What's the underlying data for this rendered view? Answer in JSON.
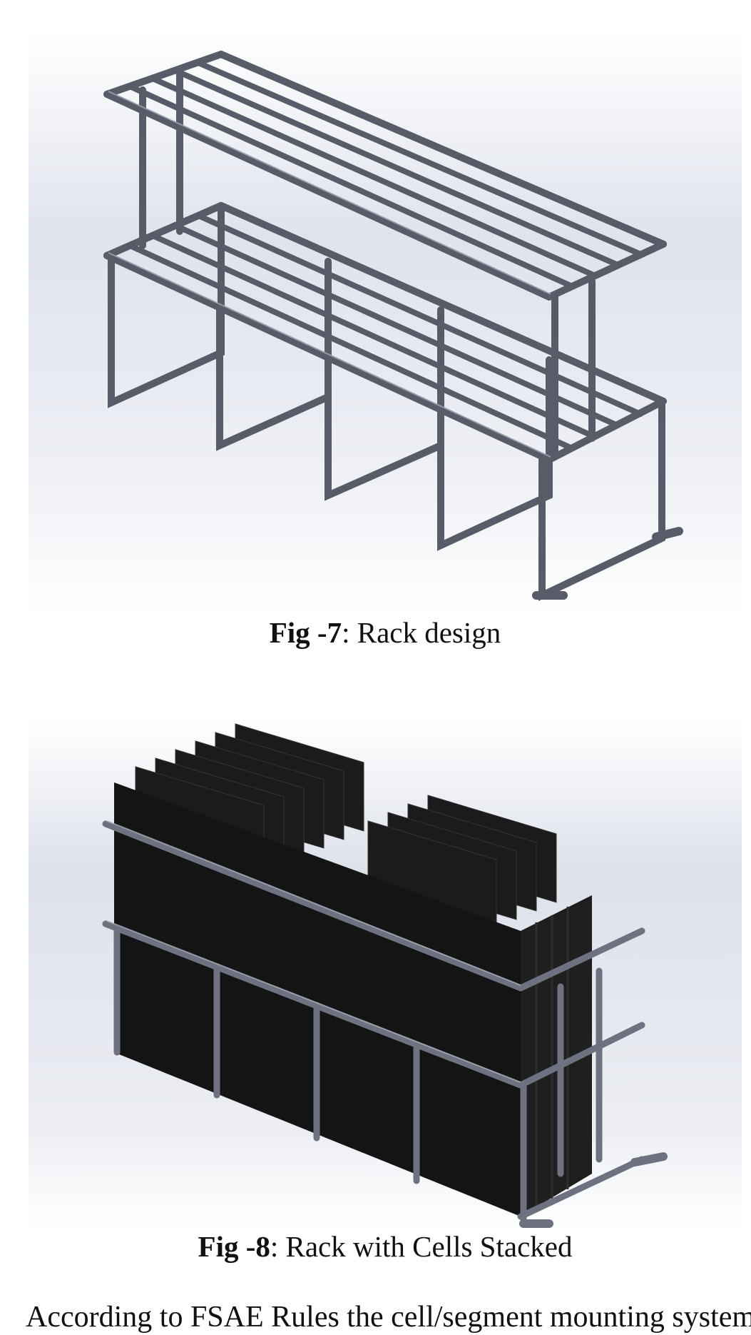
{
  "figures": [
    {
      "id": "fig7",
      "label": "Fig -7",
      "caption": ": Rack design",
      "image": "rack-frame-render"
    },
    {
      "id": "fig8",
      "label": "Fig -8",
      "caption": ": Rack with Cells Stacked",
      "image": "rack-with-cells-render"
    }
  ],
  "body": {
    "paragraph_start": "According to FSAE Rules the cell/segment mounting system"
  },
  "colors": {
    "background": "#ffffff",
    "render_backdrop": "#e6e9f0",
    "frame_metal": "#5a5d68",
    "frame_highlight": "#9aa0ae",
    "cell_black": "#141414"
  }
}
